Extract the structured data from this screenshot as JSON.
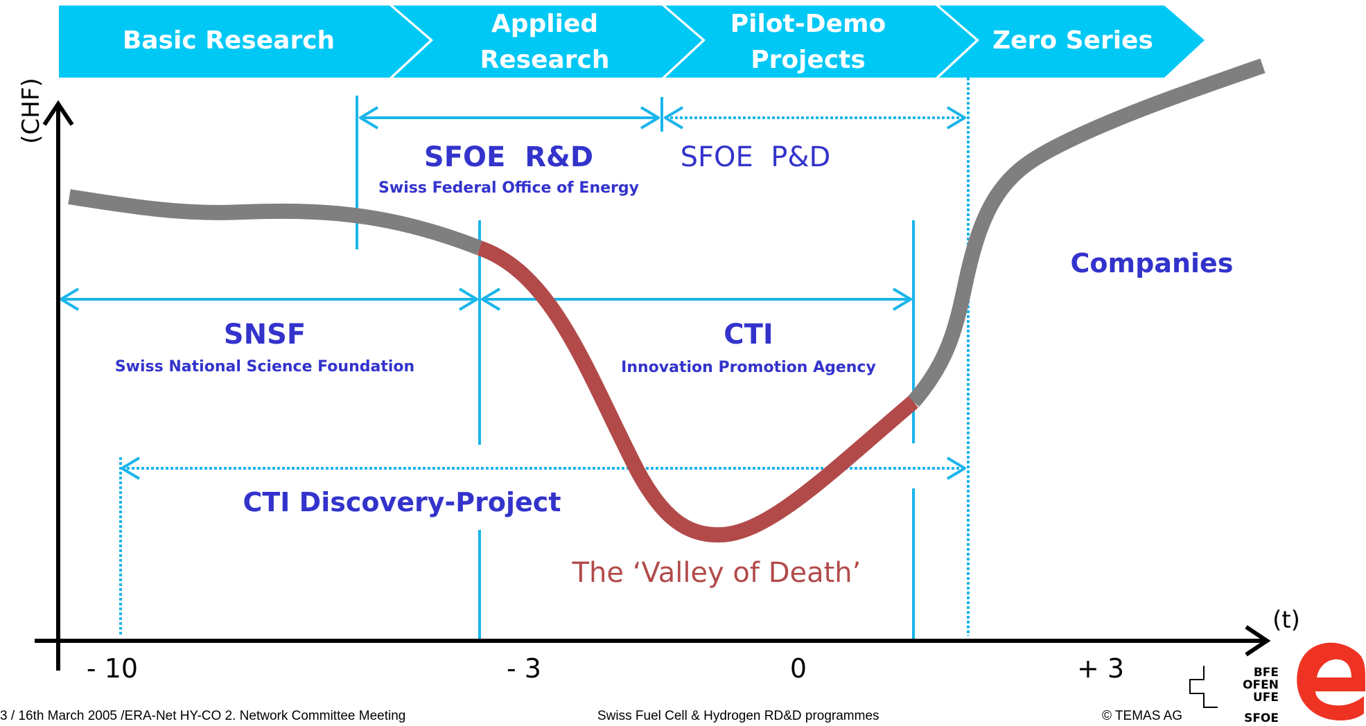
{
  "phases": [
    "Basic Research",
    "Applied",
    "Research",
    "Pilot-Demo",
    "Projects",
    "Zero Series"
  ],
  "axes": {
    "y_label": "(CHF)",
    "x_label": "(t)",
    "ticks": [
      "- 10",
      "- 3",
      "0",
      "+ 3"
    ]
  },
  "labels": {
    "sfoe_rd": "SFOE  R&D",
    "sfoe_full": "Swiss Federal Office of Energy",
    "sfoe_pd": "SFOE  P&D",
    "snsf": "SNSF",
    "snsf_full": "Swiss National Science Foundation",
    "cti": "CTI",
    "cti_full": "Innovation Promotion Agency",
    "discovery": "CTI Discovery-Project",
    "companies": "Companies",
    "valley": "The ‘Valley of Death’"
  },
  "logo": {
    "lines": [
      "BFE",
      "OFEN",
      "UFE",
      "SFOE"
    ]
  },
  "footer": {
    "left": "3  / 16th March 2005 /ERA-Net HY-CO  2. Network Committee Meeting",
    "center": "Swiss Fuel Cell & Hydrogen RD&D programmes",
    "right": "© TEMAS AG"
  },
  "colors": {
    "phase": "#00c8f5",
    "arrow": "#1ab5ea",
    "label": "#3333cc",
    "curve": "#7f7f7f",
    "valley": "#b24a4a",
    "logo": "#ee3322"
  }
}
